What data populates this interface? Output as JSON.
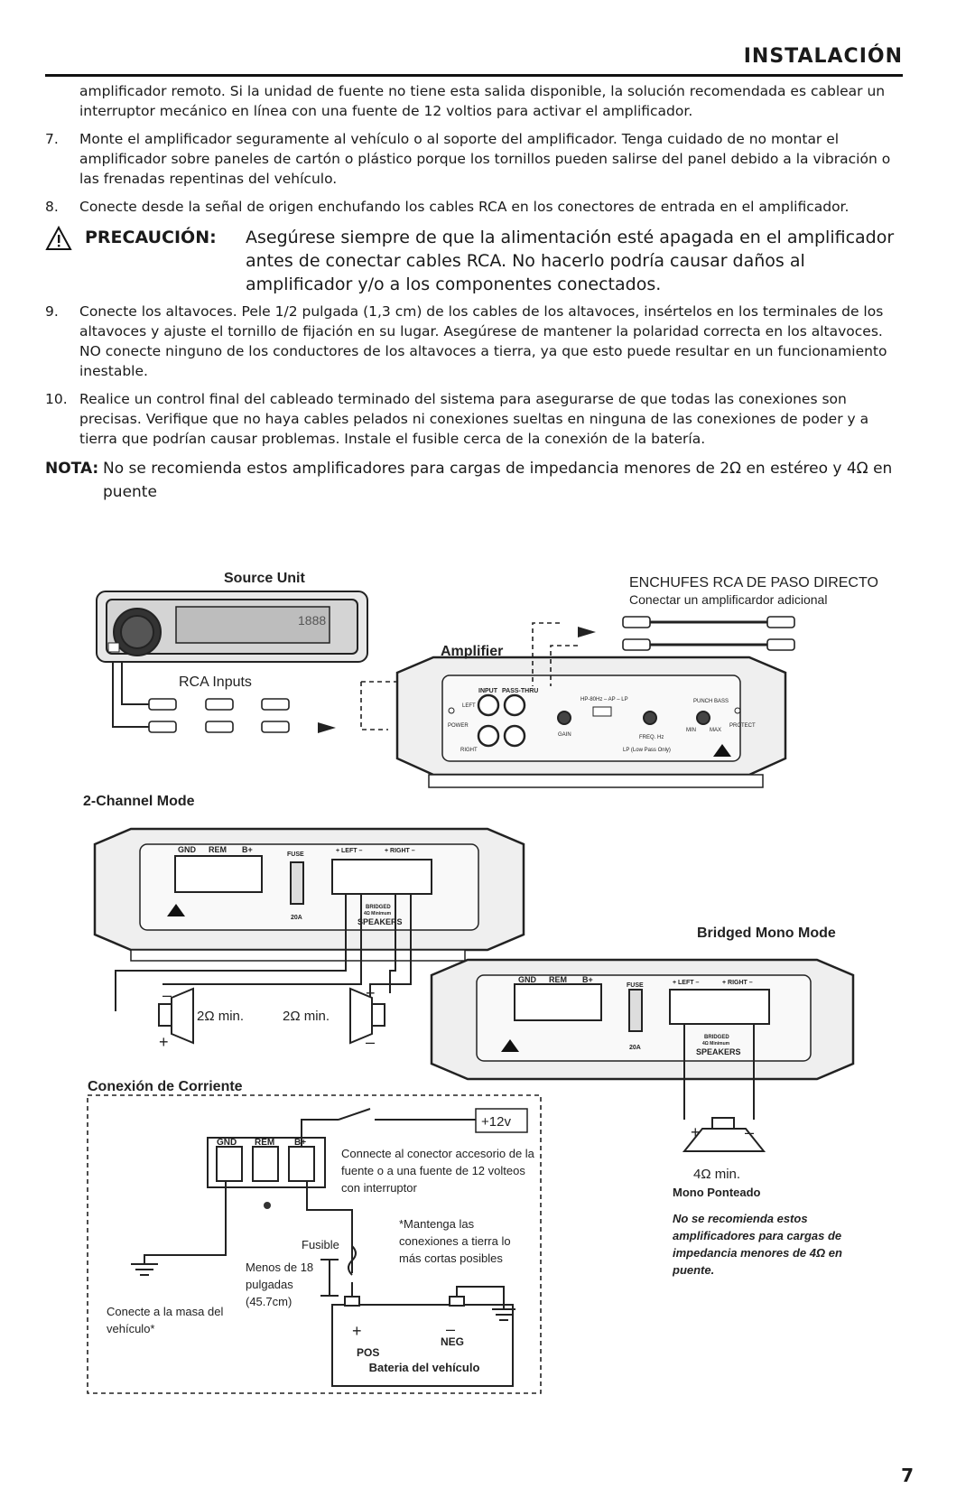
{
  "header": {
    "title": "INSTALACIÓN"
  },
  "paragraphs": {
    "cont": "amplificador remoto. Si la unidad de fuente no tiene esta salida disponible, la solución recomendada es cablear un interruptor mecánico en línea con una fuente de 12 voltios para activar el amplificador.",
    "step7_num": "7.",
    "step7": "Monte el amplificador seguramente al vehículo o al soporte del amplificador. Tenga cuidado de no montar el amplificador sobre paneles de cartón o plástico porque los tornillos pueden salirse del panel debido a la vibración o las frenadas repentinas del vehículo.",
    "step8_num": "8.",
    "step8": "Conecte desde la señal de origen enchufando los cables RCA en los conectores de entrada en el amplificador.",
    "caution_label": "PRECAUCIÓN:",
    "caution_text": "Asegúrese siempre de que la alimentación esté apagada en el amplificador antes de conectar cables RCA. No hacerlo podría causar daños al amplificador y/o a los componentes conectados.",
    "step9_num": "9.",
    "step9": "Conecte los altavoces. Pele 1/2 pulgada (1,3 cm) de los cables de los altavoces, insértelos en los terminales de los altavoces y ajuste el tornillo de fijación en su lugar. Asegúrese de mantener la polaridad correcta en los altavoces. NO conecte ninguno de los conductores de los altavoces a tierra, ya que esto puede resultar en un funcionamiento inestable.",
    "step10_num": "10.",
    "step10": "Realice un control final del cableado terminado del sistema para asegurarse de que todas las conexiones son precisas. Verifique que no haya cables pelados ni conexiones sueltas en ninguna de las conexiones de poder y a tierra que podrían causar problemas. Instale el fusible cerca de la conexión de la batería.",
    "nota_label": "NOTA:",
    "nota_text": "No se recomienda estos amplificadores para cargas de impedancia menores de 2Ω en estéreo y 4Ω en puente"
  },
  "diagram": {
    "source_unit": "Source Unit",
    "display": "1888",
    "rca_pass_title": "ENCHUFES RCA DE PASO DIRECTO",
    "rca_pass_sub": "Conectar un amplificardor adicional",
    "amplifier": "Amplifier",
    "rca_inputs": "RCA Inputs",
    "amp_input": "INPUT",
    "amp_passthru": "PASS-THRU",
    "amp_left": "LEFT",
    "amp_right": "RIGHT",
    "amp_power": "POWER",
    "amp_protect": "PROTECT",
    "amp_gain": "GAIN",
    "amp_filter": "HP-80Hz – AP – LP",
    "amp_punch": "PUNCH BASS",
    "amp_freq": "FREQ. Hz",
    "amp_lp": "LP (Low Pass Only)",
    "amp_min": "MIN",
    "amp_max": "MAX",
    "channel_mode": "2-Channel Mode",
    "bridged_mode": "Bridged Mono Mode",
    "gnd": "GND",
    "rem": "REM",
    "bplus": "B+",
    "fuse": "FUSE",
    "fuse_amp": "20A",
    "left_terms": "+ LEFT –",
    "right_terms": "+ RIGHT –",
    "bridged": "BRIDGED",
    "bridged_min": "4Ω Minimum",
    "speakers": "SPEAKERS",
    "spk_left_min": "2Ω min.",
    "spk_right_min": "2Ω min.",
    "mono_min": "4Ω min.",
    "mono_ponteado": "Mono Ponteado",
    "mono_note": "No se recomienda estos amplificadores para cargas de impedancia menores de 4Ω en puente.",
    "power_title": "Conexión de Corriente",
    "plus12": "+12v",
    "accessory_note": "Connecte al conector accesorio de la fuente o a una fuente de 12 volteos con interruptor",
    "ground_note": "*Mantenga las conexiones a tierra lo más cortas posibles",
    "fusible": "Fusible",
    "menos_de": "Menos de 18 pulgadas (45.7cm)",
    "conecte_masa": "Conecte a la masa del vehículo*",
    "pos": "POS",
    "neg": "NEG",
    "bateria": "Bateria del vehículo"
  },
  "page_number": "7"
}
